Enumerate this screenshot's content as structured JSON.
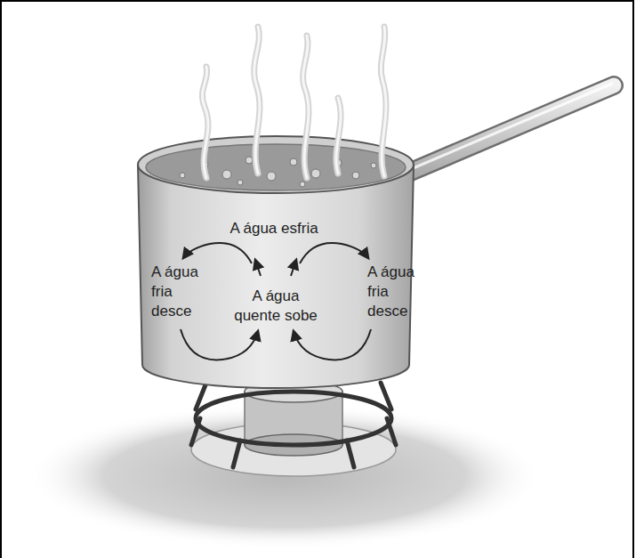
{
  "diagram": {
    "labels": [
      "A água esfria",
      "A água fria desce",
      "A água quente sobe",
      "A água fria desce"
    ]
  }
}
